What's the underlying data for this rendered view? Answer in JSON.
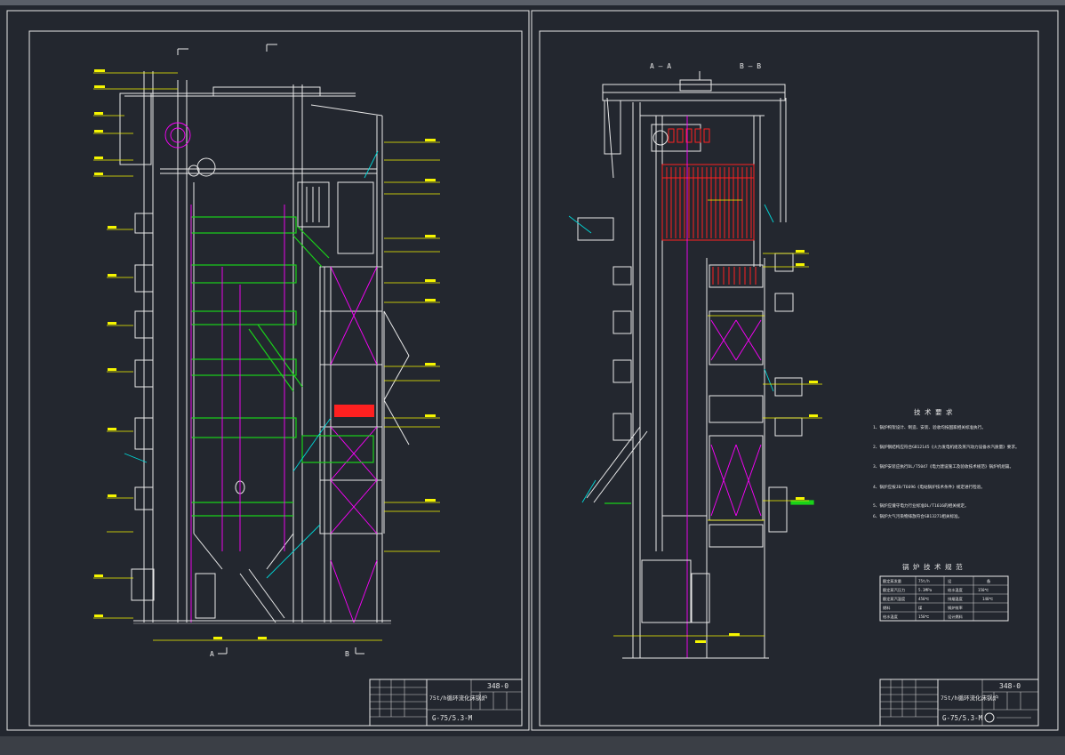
{
  "sheets": [
    {
      "section_labels": [
        "A",
        "B"
      ],
      "title_block": {
        "drawing_no": "348-0",
        "title": "75t/h循环流化床锅炉",
        "model": "G-75/5.3-M"
      }
    },
    {
      "section_labels": [
        "A — A",
        "B — B"
      ],
      "tech_requirements": {
        "heading": "技 术 要 求",
        "items": [
          "1、锅炉构架设计、制造、安装、验收均按国家相关标准执行。",
          "2、锅炉钢结构应符合GB12145《火力发电机组及蒸汽动力设备水汽质量》要求。",
          "3、锅炉安装应执行DL/T5047《电力建设施工及验收技术规范》锅炉机组篇。",
          "4、锅炉应按JB/T6696《电站锅炉技术条件》规定进行检验。",
          "5、锅炉应遵守电力行业标准DL/T1616的相关规定。",
          "6、锅炉大气污染物排放符合GB13271相关标准。"
        ]
      },
      "spec_table": {
        "heading": "锅 炉 技 术 规 范",
        "rows": [
          [
            "额定蒸发量",
            "75t/h",
            "设",
            "备"
          ],
          [
            "额定蒸汽压力",
            "5.3MPa",
            "给水温度",
            "150℃"
          ],
          [
            "额定蒸汽温度",
            "450℃",
            "排烟温度",
            "140℃"
          ],
          [
            "燃料",
            "煤",
            "锅炉效率",
            ""
          ],
          [
            "给水温度",
            "150℃",
            "设计燃料",
            ""
          ]
        ]
      },
      "title_block": {
        "drawing_no": "348-0",
        "title": "75t/h循环流化床锅炉",
        "model": "G-75/5.3-M"
      }
    }
  ],
  "colors": {
    "background": "#23272f",
    "frame": "#e8e8e8",
    "dimension": "#f5f500",
    "platform": "#19d219",
    "centerline": "#ff00ff",
    "heating_surface": "#ff2020",
    "pipe": "#00d8d8"
  }
}
